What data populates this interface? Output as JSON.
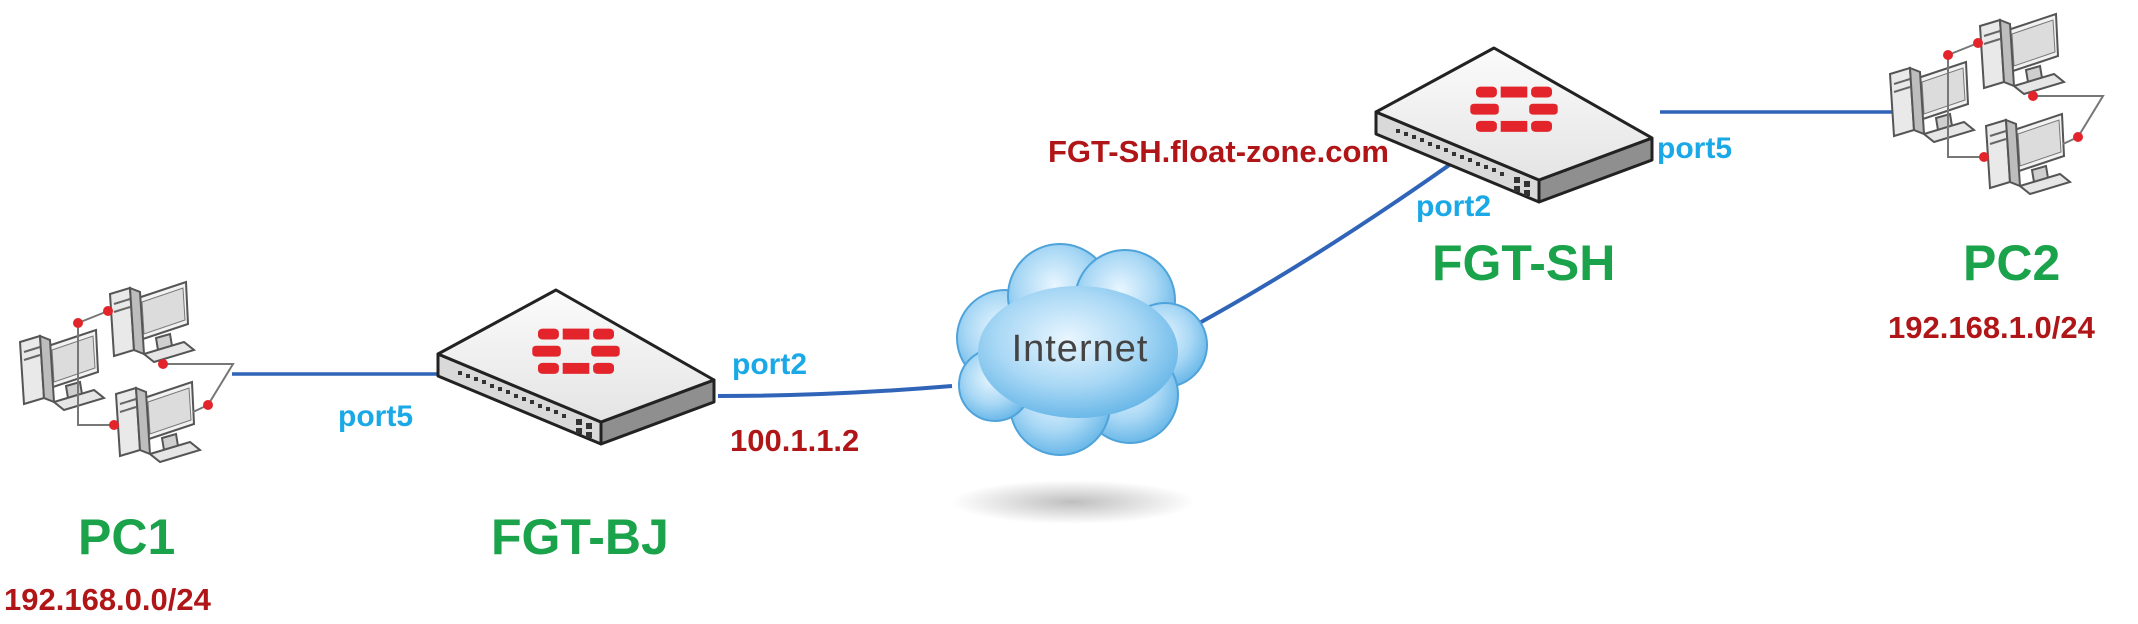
{
  "colors": {
    "port_label": "#1aa9e6",
    "device_name": "#1aa34a",
    "address": "#b01517",
    "link": "#2f64b8",
    "fortinet_red": "#e3242b"
  },
  "internet": {
    "label": "Internet",
    "icon": "cloud-icon"
  },
  "pc1": {
    "name": "PC1",
    "subnet": "192.168.0.0/24",
    "icon": "pc-group-icon"
  },
  "pc2": {
    "name": "PC2",
    "subnet": "192.168.1.0/24",
    "icon": "pc-group-icon"
  },
  "fgt_bj": {
    "name": "FGT-BJ",
    "lan_port": "port5",
    "wan_port": "port2",
    "wan_ip": "100.1.1.2",
    "icon": "fortigate-appliance-icon"
  },
  "fgt_sh": {
    "name": "FGT-SH",
    "lan_port": "port5",
    "wan_port": "port2",
    "fqdn": "FGT-SH.float-zone.com",
    "icon": "fortigate-appliance-icon"
  }
}
